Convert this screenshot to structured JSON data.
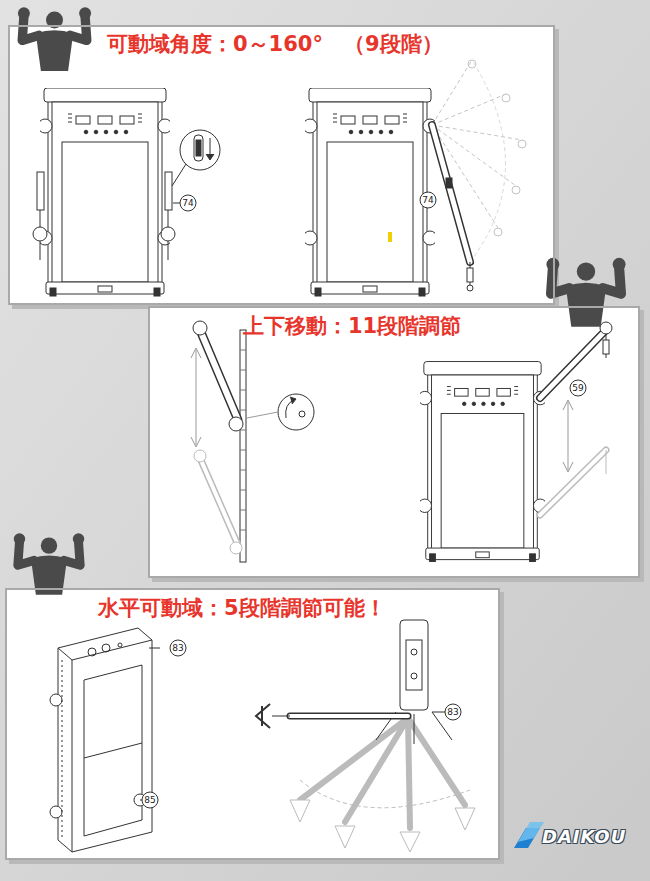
{
  "diagram": {
    "nodes": [
      {
        "text": [
          "可動域角度：0～160°　（9段階）"
        ]
      },
      {
        "text": [
          "上下移動：11段階調節"
        ]
      },
      {
        "text": [
          "水平可動域：5段階調節可能！"
        ]
      }
    ],
    "labels": [
      "74",
      "74",
      "59",
      "83",
      "85",
      "83",
      "DAIKOU"
    ]
  }
}
